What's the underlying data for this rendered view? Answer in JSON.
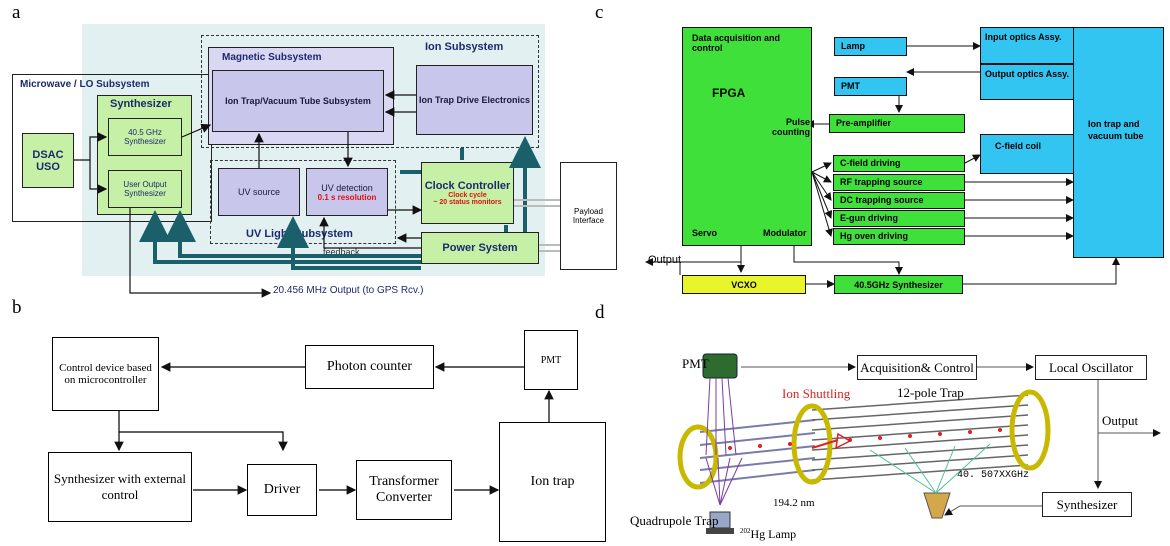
{
  "panels": {
    "a": "a",
    "b": "b",
    "c": "c",
    "d": "d"
  },
  "a": {
    "microwave_title": "Microwave / LO Subsystem",
    "synth_title": "Synthesizer",
    "dsac": "DSAC USO",
    "synth_405": "40.5 GHz Synthesizer",
    "user_output": "User Output Synthesizer",
    "magnetic": "Magnetic Subsystem",
    "ion_subsystem": "Ion Subsystem",
    "ion_trap_vac": "Ion Trap/Vacuum Tube Subsystem",
    "drive_elec": "Ion Trap Drive Electronics",
    "uv_source": "UV source",
    "uv_detection": "UV detection",
    "uv_resolution": "0.1 s resolution",
    "uv_light": "UV Light Subsystem",
    "clock_controller": "Clock Controller",
    "clock_cycle": "Clock cycle",
    "status_monitors": "~ 20 status monitors",
    "power_system": "Power System",
    "feedback": "feedback",
    "payload": "Payload Interface",
    "output": "20.456 MHz Output (to GPS Rcv.)"
  },
  "b": {
    "control": "Control device based on microcontroller",
    "photon": "Photon counter",
    "pmt": "PMT",
    "synth": "Synthesizer with external control",
    "driver": "Driver",
    "transformer": "Transformer Converter",
    "ion_trap": "Ion trap"
  },
  "c": {
    "daq": "Data acquisition and control",
    "fpga": "FPGA",
    "pulse": "Pulse counting",
    "servo": "Servo",
    "modulator": "Modulator",
    "output": "Output",
    "lamp": "Lamp",
    "pmt": "PMT",
    "preamp": "Pre-amplifier",
    "cfield_drv": "C-field driving",
    "rf": "RF trapping source",
    "dc": "DC trapping source",
    "egun": "E-gun driving",
    "hg": "Hg oven driving",
    "vcxo": "VCXO",
    "synth": "40.5GHz Synthesizer",
    "input_optics": "Input optics Assy.",
    "output_optics": "Output optics Assy.",
    "cfield_coil": "C-field coil",
    "iontrap": "Ion trap and vacuum tube"
  },
  "d": {
    "pmt": "PMT",
    "acq": "Acquisition& Control",
    "lo": "Local Oscillator",
    "shuttling": "Ion Shuttling",
    "trap12": "12-pole Trap",
    "output": "Output",
    "freq": "40. 507XXGHz",
    "wavelength": "194.2 nm",
    "quad": "Quadrupole Trap",
    "synth": "Synthesizer",
    "lamp_sup": "202",
    "lamp": "Hg Lamp"
  },
  "colors": {
    "a_purple": "#c9c6ec",
    "a_green": "#c6f0a6",
    "c_green": "#3fe03a",
    "c_blue": "#33c5f2",
    "c_yellow": "#e8f52a",
    "d_yellow": "#f2e24a"
  }
}
